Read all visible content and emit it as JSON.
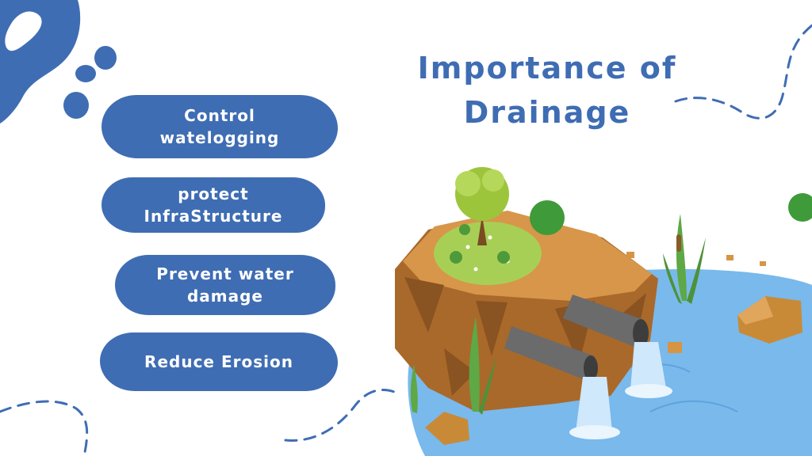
{
  "slide": {
    "title_line1": "Importance of",
    "title_line2": "Drainage"
  },
  "items": [
    {
      "line1": "Control",
      "line2": "watelogging"
    },
    {
      "line1": "protect",
      "line2": "InfraStructure"
    },
    {
      "line1": "Prevent water",
      "line2": "damage"
    },
    {
      "line1": "Reduce Erosion"
    }
  ],
  "colors": {
    "primary_blue": "#3f6db3",
    "water": "#79b9ec",
    "earth": "#c98a37",
    "grass": "#a8cf55",
    "pipe": "#6b6b6b"
  }
}
